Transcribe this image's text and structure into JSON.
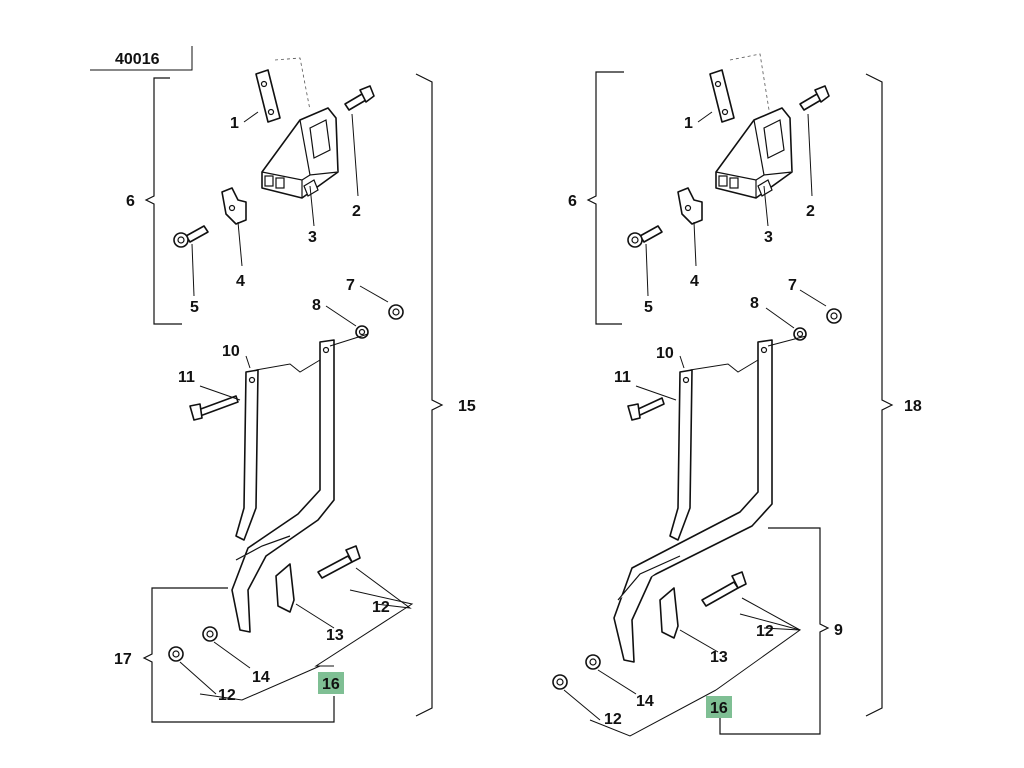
{
  "diagram": {
    "reference_code": "40016",
    "left_assembly": {
      "callouts": {
        "c1": "1",
        "c2": "2",
        "c3": "3",
        "c4": "4",
        "c5": "5",
        "c6": "6",
        "c7": "7",
        "c8": "8",
        "c10": "10",
        "c11": "11",
        "c12a": "12",
        "c12b": "12",
        "c13": "13",
        "c14": "14",
        "c15": "15",
        "c16": "16",
        "c17": "17"
      }
    },
    "right_assembly": {
      "callouts": {
        "c1": "1",
        "c2": "2",
        "c3": "3",
        "c4": "4",
        "c5": "5",
        "c6": "6",
        "c7": "7",
        "c8": "8",
        "c9": "9",
        "c10": "10",
        "c11": "11",
        "c12a": "12",
        "c12b": "12",
        "c13": "13",
        "c14": "14",
        "c16": "16",
        "c18": "18"
      }
    },
    "highlight_color": "#7fbf94"
  }
}
